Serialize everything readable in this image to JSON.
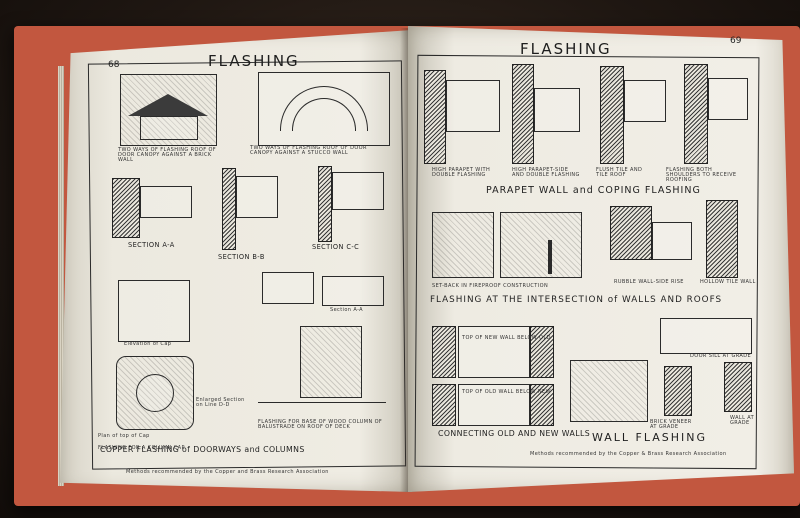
{
  "left_page": {
    "page_number": "68",
    "title": "FLASHING",
    "captions": {
      "gable": "TWO WAYS OF FLASHING ROOF OF DOOR CANOPY AGAINST A BRICK WALL",
      "arch": "TWO WAYS OF FLASHING ROOF OF DOOR CANOPY AGAINST A STUCCO WALL",
      "section_a": "SECTION A-A",
      "section_b": "SECTION B-B",
      "section_c": "SECTION C-C",
      "section_a2": "Section A-A",
      "elevation_cap": "Elevation of Cap",
      "enlarged_section": "Enlarged Section on Line D-D",
      "plan_cap": "Plan of top of Cap",
      "column_cap": "FLASHING FOR A COLUMN CAP",
      "balustrade": "FLASHING FOR BASE OF WOOD COLUMN OF BALUSTRADE ON ROOF OF DECK",
      "footer_title": "COPPER FLASHING of DOORWAYS and COLUMNS",
      "footer_credit": "Methods recommended by the Copper and Brass Research Association"
    }
  },
  "right_page": {
    "page_number": "69",
    "title": "FLASHING",
    "captions": {
      "high_parapet_double": "HIGH PARAPET WITH DOUBLE FLASHING",
      "high_parapet_single": "HIGH PARAPET-SIDE AND DOUBLE FLASHING",
      "flush_tile": "FLUSH TILE AND TILE ROOF",
      "flashing_both": "FLASHING BOTH SHOULDERS TO RECEIVE ROOFING",
      "parapet_title": "PARAPET WALL and COPING FLASHING",
      "set_back": "SET-BACK IN FIREPROOF CONSTRUCTION",
      "rubble_wall": "RUBBLE WALL-SIDE RISE",
      "hollow_tile": "HOLLOW TILE WALL",
      "intersection_title": "FLASHING AT THE INTERSECTION of WALLS AND ROOFS",
      "door_sill": "DOOR SILL AT GRADE",
      "top_new_wall": "TOP OF NEW WALL BELOW OLD",
      "top_old_wall": "TOP OF OLD WALL BELOW NEW",
      "brick_veneer": "BRICK VENEER AT GRADE",
      "wall_grade": "WALL AT GRADE",
      "connecting": "CONNECTING OLD AND NEW WALLS",
      "wall_flashing_title": "WALL FLASHING",
      "footer_credit": "Methods recommended by the Copper & Brass Research Association"
    }
  },
  "colors": {
    "cover": "#c2573f",
    "paper": "#e9e6dc",
    "ink": "#1f1f1f",
    "background": "#1f1712"
  }
}
